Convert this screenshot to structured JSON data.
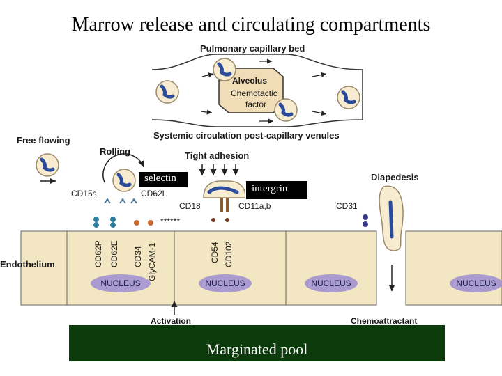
{
  "title": "Marrow release and circulating compartments",
  "labels": {
    "pulmonary_bed": "Pulmonary capillary bed",
    "alveolus": "Alveolus",
    "chemotactic": "Chemotactic",
    "factor": "factor",
    "systemic": "Systemic circulation post-capillary venules",
    "free_flowing": "Free flowing",
    "rolling": "Rolling",
    "tight_adhesion": "Tight adhesion",
    "diapedesis": "Diapedesis",
    "cd15s": "CD15s",
    "cd62l": "CD62L",
    "cd18": "CD18",
    "cd11ab": "CD11a,b",
    "cd31": "CD31",
    "cd62p": "CD62P",
    "cd62e": "CD62E",
    "cd34": "CD34",
    "glycam": "GlyCAM-1",
    "cd54": "CD54",
    "cd102": "CD102",
    "endothelium": "Endothelium",
    "nucleus": "NUCLEUS",
    "activation": "Activation",
    "chemoattractant": "Chemoattractant"
  },
  "overlays": {
    "selectin": "selectin",
    "intergrin": "intergrin",
    "marginated_pool": "Marginated pool"
  },
  "colors": {
    "endothelium": "#f3e6c2",
    "cell_body": "#f7ecd0",
    "nucleus_lobe": "#2b4a9a",
    "nucleus_oval": "#a99bd0",
    "pool_box": "#0b3a0b"
  }
}
